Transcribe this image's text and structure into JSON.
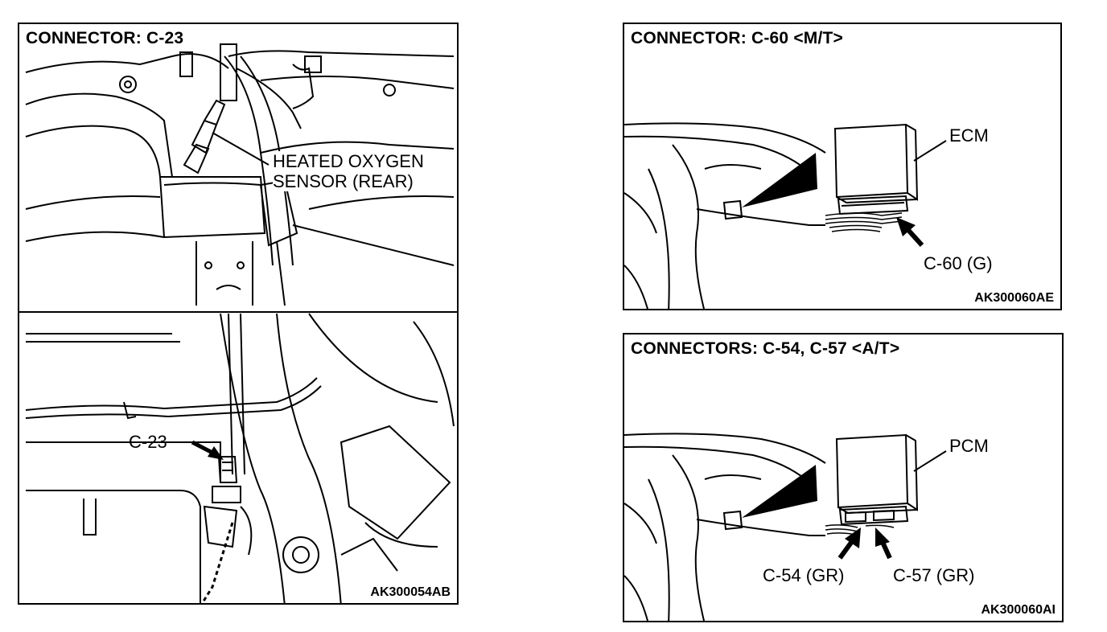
{
  "panels": {
    "c23": {
      "title": "CONNECTOR: C-23",
      "sensor_label_line1": "HEATED OXYGEN",
      "sensor_label_line2": "SENSOR (REAR)",
      "connector_label": "C-23",
      "code": "AK300054AB"
    },
    "c60": {
      "title": "CONNECTOR: C-60 <M/T>",
      "module_label": "ECM",
      "connector_label": "C-60 (G)",
      "code": "AK300060AE"
    },
    "c54_c57": {
      "title": "CONNECTORS: C-54, C-57 <A/T>",
      "module_label": "PCM",
      "connector_label_1": "C-54 (GR)",
      "connector_label_2": "C-57 (GR)",
      "code": "AK300060AI"
    }
  }
}
